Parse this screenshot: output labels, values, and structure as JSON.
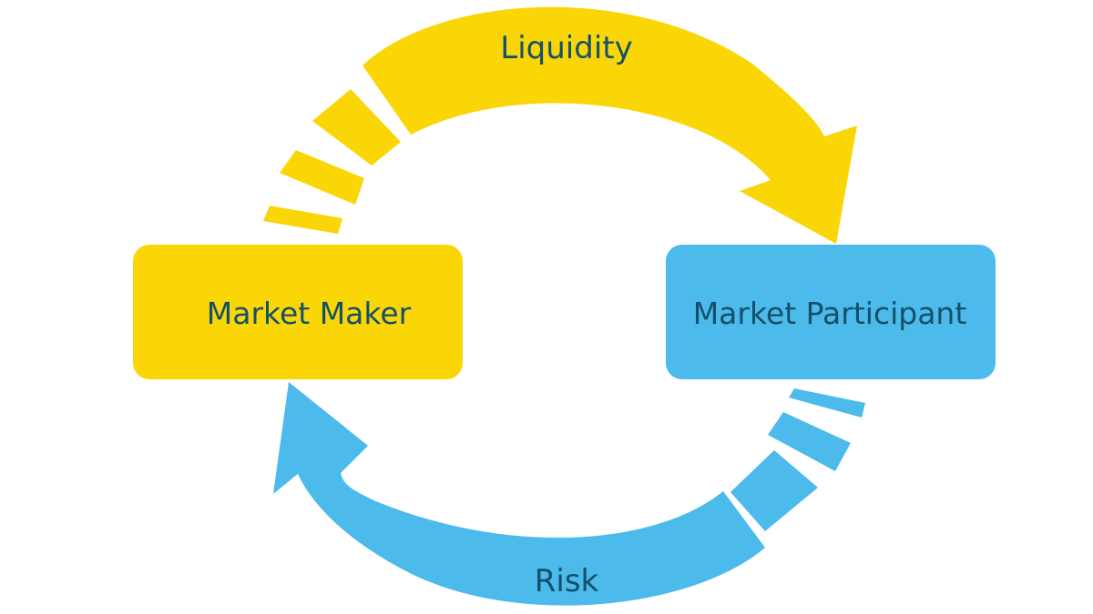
{
  "nodes": {
    "market_maker": {
      "label": "Market Maker"
    },
    "market_participant": {
      "label": "Market Participant"
    }
  },
  "flows": {
    "top": {
      "label": "Liquidity"
    },
    "bottom": {
      "label": "Risk"
    }
  },
  "colors": {
    "yellow": "#FAD607",
    "blue": "#4CBAEA",
    "text": "#15506A",
    "background": "#FFFFFF"
  }
}
